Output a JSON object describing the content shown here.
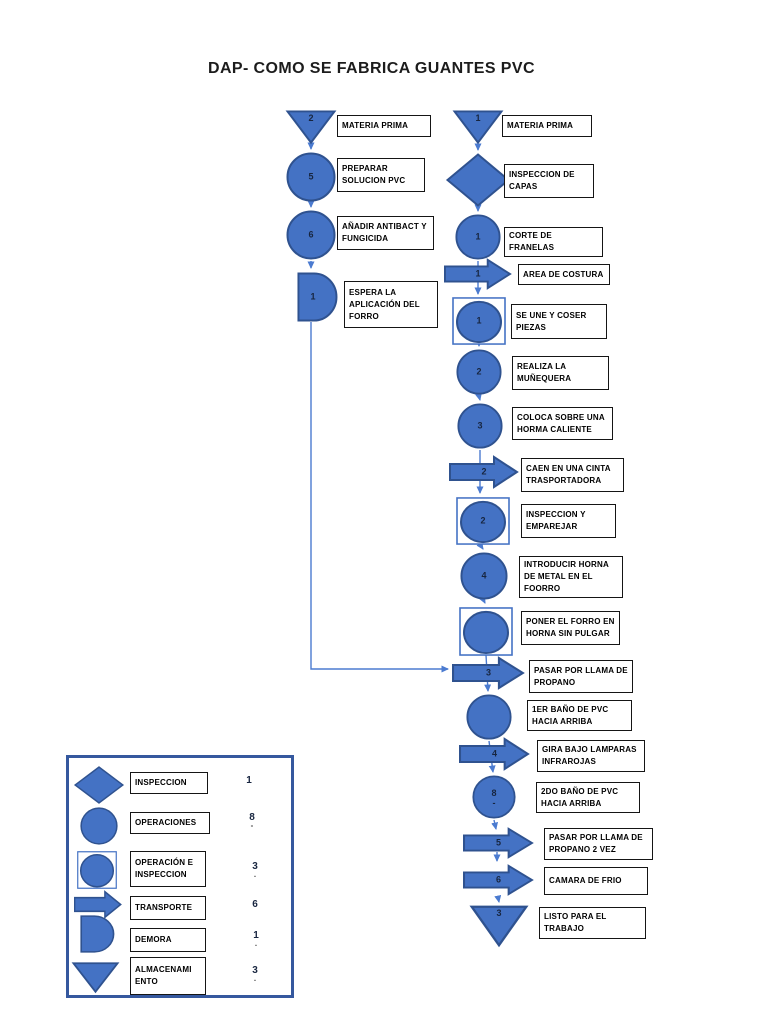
{
  "title": "DAP- COMO SE FABRICA GUANTES PVC",
  "colors": {
    "shape_fill": "#4472C4",
    "shape_border": "#2F528F",
    "connector": "#4B7BD0",
    "legend_border": "#35589E",
    "number_color": "#17253F"
  },
  "left_flow": [
    {
      "type": "almacenamiento",
      "number": "2",
      "label": "MATERIA PRIMA"
    },
    {
      "type": "operacion",
      "number": "5",
      "label": "PREPARAR SOLUCION PVC"
    },
    {
      "type": "operacion",
      "number": "6",
      "label": "AÑADIR ANTIBACT Y FUNGICIDA"
    },
    {
      "type": "demora",
      "number": "1",
      "label": "ESPERA LA APLICACIÓN DEL FORRO"
    }
  ],
  "right_flow": [
    {
      "type": "almacenamiento",
      "number": "1",
      "label": "MATERIA PRIMA"
    },
    {
      "type": "inspeccion",
      "number": "",
      "label": "INSPECCION DE CAPAS"
    },
    {
      "type": "operacion",
      "number": "1",
      "label": "CORTE DE FRANELAS"
    },
    {
      "type": "transporte",
      "number": "1",
      "label": "AREA DE COSTURA"
    },
    {
      "type": "operacion-inspeccion",
      "number": "1",
      "label": "SE UNE Y COSER PIEZAS"
    },
    {
      "type": "operacion",
      "number": "2",
      "label": "REALIZA LA MUÑEQUERA"
    },
    {
      "type": "operacion",
      "number": "3",
      "label": "COLOCA SOBRE UNA HORMA CALIENTE"
    },
    {
      "type": "transporte",
      "number": "2",
      "label": "CAEN EN UNA CINTA TRASPORTADORA"
    },
    {
      "type": "operacion-inspeccion",
      "number": "2",
      "label": "INSPECCION Y EMPAREJAR"
    },
    {
      "type": "operacion",
      "number": "4",
      "label": "INTRODUCIR HORNA DE METAL EN EL FOORRO"
    },
    {
      "type": "operacion-inspeccion",
      "number": "",
      "label": "PONER EL FORRO EN HORNA SIN PULGAR"
    },
    {
      "type": "transporte",
      "number": "3",
      "label": "PASAR POR LLAMA DE PROPANO"
    },
    {
      "type": "operacion",
      "number": "",
      "label": "1ER BAÑO DE PVC HACIA ARRIBA"
    },
    {
      "type": "transporte",
      "number": "4",
      "label": "GIRA BAJO LAMPARAS INFRAROJAS"
    },
    {
      "type": "operacion",
      "number": "8",
      "mark": "-",
      "label": "2DO BAÑO DE PVC HACIA ARRIBA"
    },
    {
      "type": "transporte",
      "number": "5",
      "label": "PASAR POR LLAMA DE PROPANO 2 VEZ"
    },
    {
      "type": "transporte",
      "number": "6",
      "label": "CAMARA DE FRIO"
    },
    {
      "type": "almacenamiento",
      "number": "3",
      "label": "LISTO PARA EL TRABAJO"
    }
  ],
  "legend": {
    "items": [
      {
        "type": "inspeccion",
        "label": "INSPECCION",
        "count": "1"
      },
      {
        "type": "operacion",
        "label": "OPERACIONES",
        "count": "8",
        "mark": "-"
      },
      {
        "type": "operacion-inspeccion",
        "label": "OPERACIÓN E INSPECCION",
        "count": "3",
        "mark": "."
      },
      {
        "type": "transporte",
        "label": "TRANSPORTE",
        "count": "6"
      },
      {
        "type": "demora",
        "label": "DEMORA",
        "count": "1",
        "mark": "."
      },
      {
        "type": "almacenamiento",
        "label": "ALMACENAMI ENTO",
        "count": "3",
        "mark": "."
      }
    ]
  }
}
